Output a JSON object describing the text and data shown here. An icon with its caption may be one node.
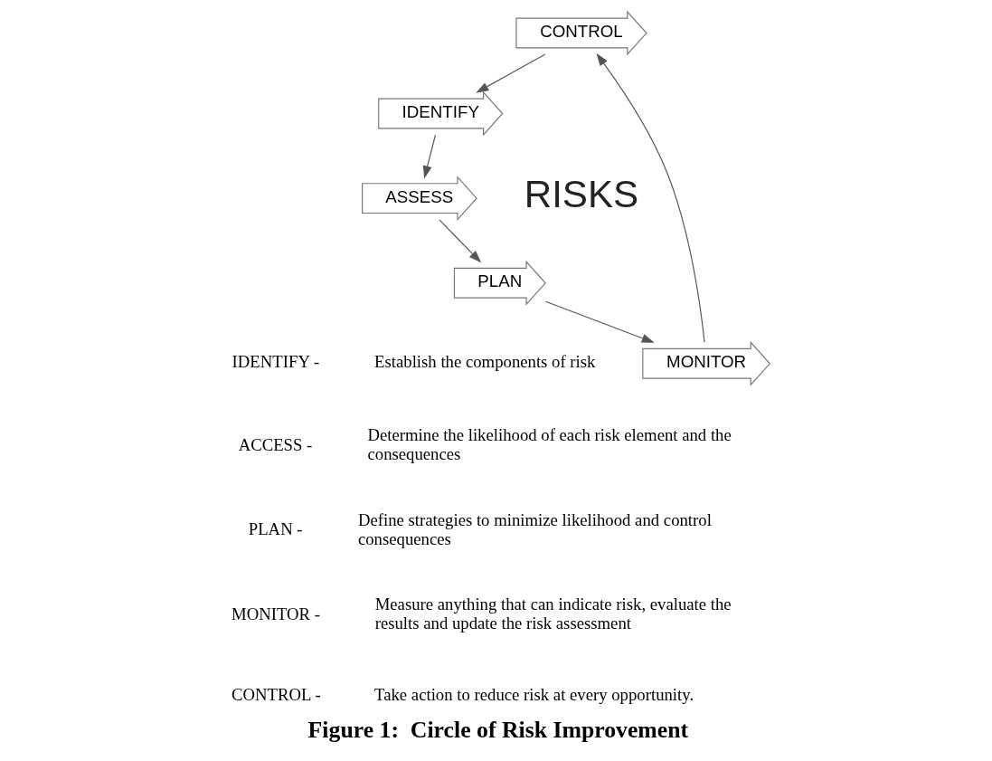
{
  "diagram": {
    "caption": "Figure 1:  Circle of Risk Improvement",
    "nodes": [
      {
        "text": [
          "CONTROL"
        ]
      },
      {
        "text": [
          "IDENTIFY"
        ]
      },
      {
        "text": [
          "ASSESS"
        ]
      },
      {
        "text": [
          "PLAN"
        ]
      },
      {
        "text": [
          "MONITOR"
        ]
      }
    ],
    "edges": [
      {
        "from": 0,
        "to": 1,
        "arrow": "to"
      },
      {
        "from": 1,
        "to": 2,
        "arrow": "to"
      },
      {
        "from": 2,
        "to": 3,
        "arrow": "to"
      },
      {
        "from": 3,
        "to": 4,
        "arrow": "to"
      },
      {
        "from": 4,
        "to": 0,
        "arrow": "to"
      }
    ],
    "labels": [
      "RISKS",
      "IDENTIFY -",
      "Establish the components of risk",
      "ACCESS -",
      "Determine the likelihood of each risk element and the consequences",
      "PLAN -",
      "Define strategies to minimize likelihood and control consequences",
      "MONITOR -",
      "Measure anything that can indicate risk, evaluate the results and update the risk assessment",
      "CONTROL -",
      "Take action to reduce risk at every opportunity."
    ]
  }
}
